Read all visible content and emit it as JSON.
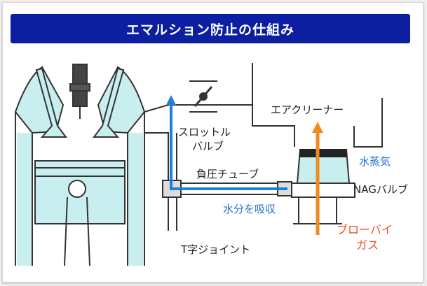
{
  "title": "エマルション防止の仕組み",
  "labels": {
    "throttle_line1": "スロットル",
    "throttle_line2": "バルブ",
    "air_cleaner": "エアクリーナー",
    "vacuum_tube": "負圧チューブ",
    "water_vapor": "水蒸気",
    "nag_valve": "NAGバルブ",
    "absorb_moisture": "水分を吸収",
    "blowby_line1": "ブローバイ",
    "blowby_line2": "ガス",
    "t_joint": "T字ジョイント"
  },
  "colors": {
    "title_bg": "#0b1fa0",
    "flow_blue": "#1e7fd6",
    "flow_orange": "#f08a1e",
    "label_blue": "#1f6fd0",
    "label_orange": "#e8531d",
    "fill_cyan": "#c8eef0",
    "outline": "#333333"
  }
}
